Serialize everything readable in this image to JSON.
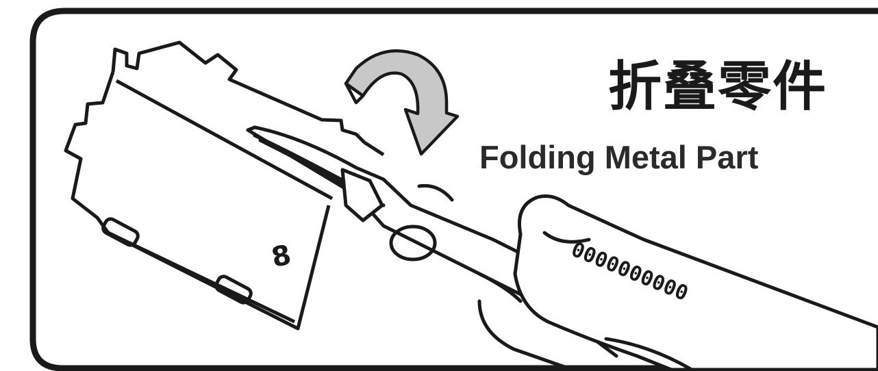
{
  "label": {
    "title_zh": "折叠零件",
    "title_en": "Folding Metal Part"
  },
  "part_number": "8",
  "plier_marking": "0000000000",
  "colors": {
    "line": "#1a1a1a",
    "arrow_fill": "#c8c8c8",
    "background": "#ffffff"
  },
  "icons": [
    "fold-arrow-icon",
    "metal-part-icon",
    "pliers-icon",
    "hand-icon"
  ]
}
